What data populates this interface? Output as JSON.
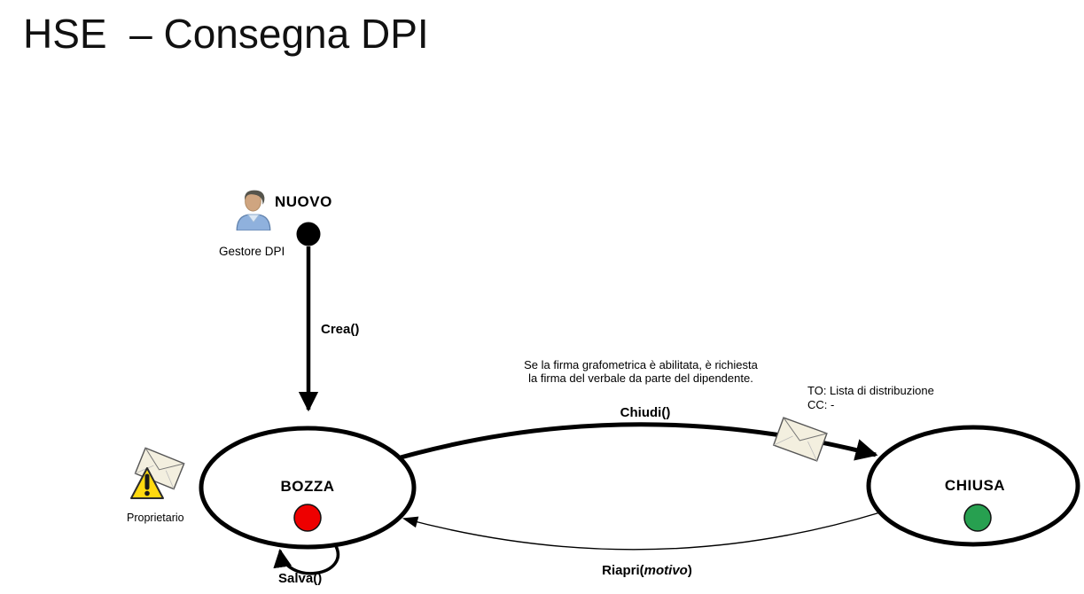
{
  "title": "HSE  – Consegna DPI",
  "colors": {
    "state_open_dot": "#ee0000",
    "state_closed_dot": "#27a050",
    "warning_yellow": "#ffd90f",
    "line": "#000000"
  },
  "initial_state": {
    "label": "NUOVO",
    "actor": "Gestore DPI",
    "icon": "user-icon"
  },
  "states": [
    {
      "id": "bozza",
      "label": "BOZZA",
      "dot_color": "#ee0000"
    },
    {
      "id": "chiusa",
      "label": "CHIUSA",
      "dot_color": "#27a050"
    }
  ],
  "transitions": {
    "crea": {
      "label": "Crea()"
    },
    "chiudi": {
      "label": "Chiudi()",
      "note_line1": "Se la firma grafometrica è abilitata, è richiesta",
      "note_line2": "la firma del verbale da parte del dipendente.",
      "mail_to": "TO: Lista di distribuzione",
      "mail_cc": "CC: -",
      "icon": "envelope-icon"
    },
    "salva": {
      "label": "Salva()"
    },
    "riapri": {
      "prefix": "Riapri(",
      "param": "motivo",
      "suffix": ")"
    }
  },
  "annotations": {
    "proprietario": {
      "label": "Proprietario",
      "icon": "envelope-warning-icon"
    }
  }
}
